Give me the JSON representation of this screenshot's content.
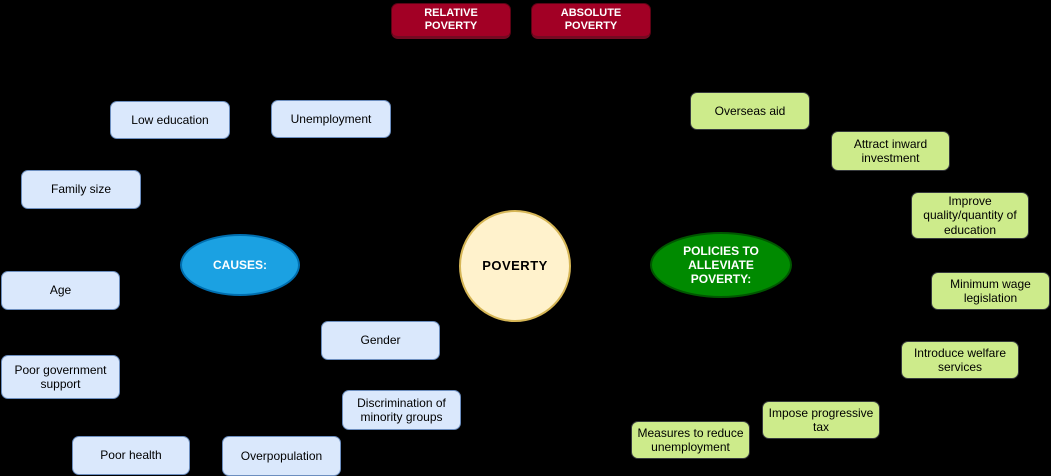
{
  "colors": {
    "background": "#000000",
    "poverty_type_fill": "#a20025",
    "poverty_type_text": "#ffffff",
    "center_fill": "#fff2cc",
    "center_stroke": "#d6b656",
    "causes_hub_fill": "#1ba1e2",
    "causes_hub_stroke": "#006eaf",
    "policies_hub_fill": "#008a00",
    "policies_hub_stroke": "#005700",
    "cause_box_fill": "#dae8fc",
    "cause_box_stroke": "#6c8ebf",
    "policy_box_fill": "#cdeb8b",
    "policy_box_stroke": "#36393d"
  },
  "poverty_types": {
    "relative": "RELATIVE POVERTY",
    "absolute": "ABSOLUTE POVERTY"
  },
  "center": {
    "label": "POVERTY"
  },
  "causes": {
    "hub_label": "CAUSES:",
    "items": [
      "Low education",
      "Unemployment",
      "Family size",
      "Age",
      "Poor government support",
      "Poor health",
      "Overpopulation",
      "Gender",
      "Discrimination of minority groups"
    ]
  },
  "policies": {
    "hub_label": "POLICIES TO ALLEVIATE POVERTY:",
    "items": [
      "Overseas aid",
      "Attract inward investment",
      "Improve quality/quantity of education",
      "Minimum wage legislation",
      "Introduce welfare services",
      "Impose progressive tax",
      "Measures to reduce unemployment"
    ]
  }
}
